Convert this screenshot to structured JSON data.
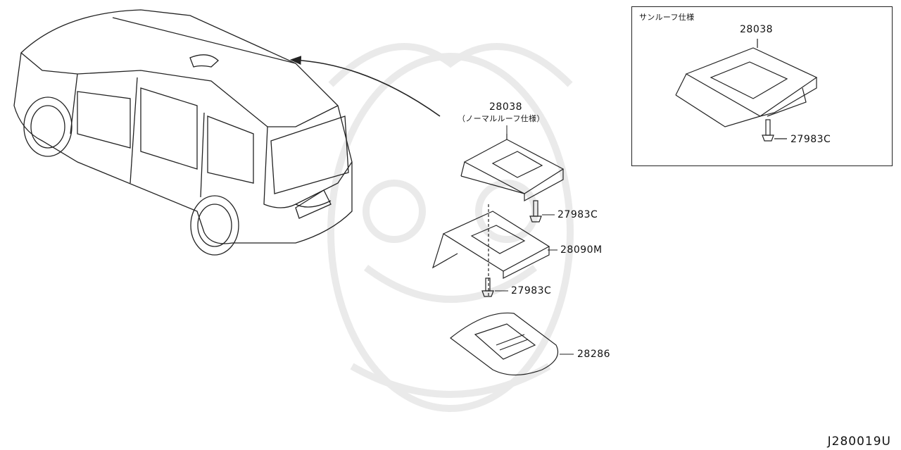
{
  "diagram_id": "J280019U",
  "callouts": {
    "bracket_normal_roof": "28038",
    "bracket_normal_roof_note": "（ノーマルルーフ仕様）",
    "screw_upper": "27983C",
    "mount_bracket": "28090M",
    "screw_lower": "27983C",
    "monitor_cover": "28286"
  },
  "sunroof_inset": {
    "title": "サンルーフ仕様",
    "bracket": "28038",
    "screw": "27983C"
  },
  "colors": {
    "line": "#222222",
    "watermark": "#e6e6e6",
    "background": "#ffffff"
  }
}
